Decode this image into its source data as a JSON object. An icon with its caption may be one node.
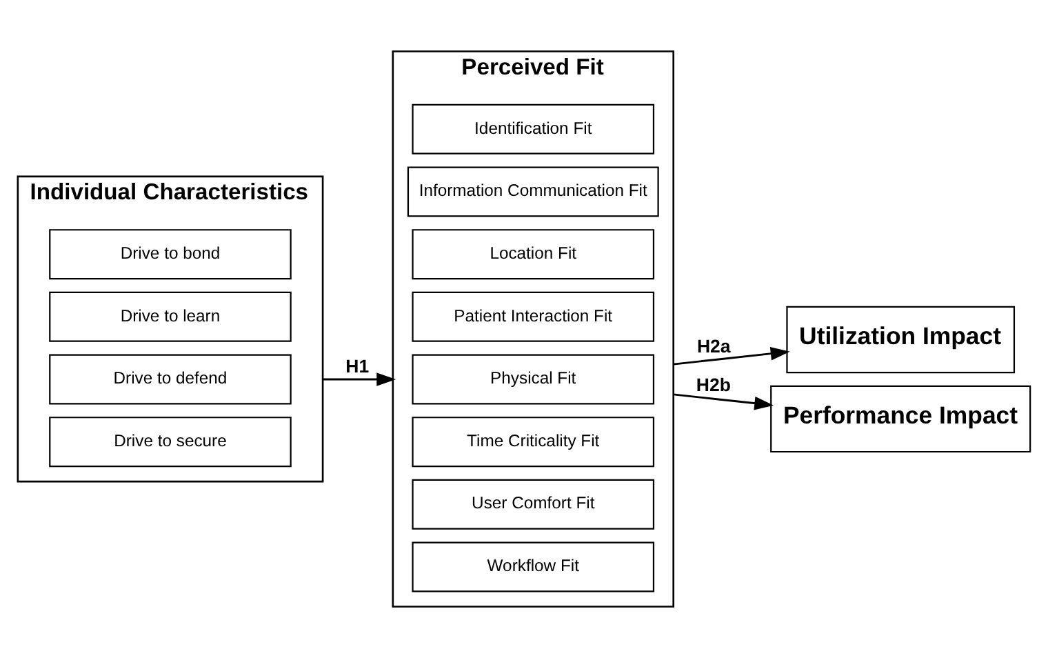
{
  "diagram": {
    "nodes": [
      {
        "text": [
          "Individual Characteristics"
        ]
      },
      {
        "text": [
          "Drive to bond"
        ],
        "in": 0
      },
      {
        "text": [
          "Drive to learn"
        ],
        "in": 0
      },
      {
        "text": [
          "Drive to defend"
        ],
        "in": 0
      },
      {
        "text": [
          "Drive to secure"
        ],
        "in": 0
      },
      {
        "text": [
          "Perceived Fit"
        ]
      },
      {
        "text": [
          "Identification Fit"
        ],
        "in": 5
      },
      {
        "text": [
          "Information Communication Fit"
        ],
        "in": 5
      },
      {
        "text": [
          "Location Fit"
        ],
        "in": 5
      },
      {
        "text": [
          "Patient Interaction Fit"
        ],
        "in": 5
      },
      {
        "text": [
          "Physical Fit"
        ],
        "in": 5
      },
      {
        "text": [
          "Time Criticality Fit"
        ],
        "in": 5
      },
      {
        "text": [
          "User Comfort Fit"
        ],
        "in": 5
      },
      {
        "text": [
          "Workflow Fit"
        ],
        "in": 5
      },
      {
        "text": [
          "Utilization Impact"
        ]
      },
      {
        "text": [
          "Performance Impact"
        ]
      }
    ],
    "edges": [
      {
        "from": 0,
        "to": 5,
        "arrow": "to",
        "label": "H1"
      },
      {
        "from": 5,
        "to": 14,
        "arrow": "to",
        "label": "H2a"
      },
      {
        "from": 5,
        "to": 15,
        "arrow": "to",
        "label": "H2b"
      }
    ]
  }
}
